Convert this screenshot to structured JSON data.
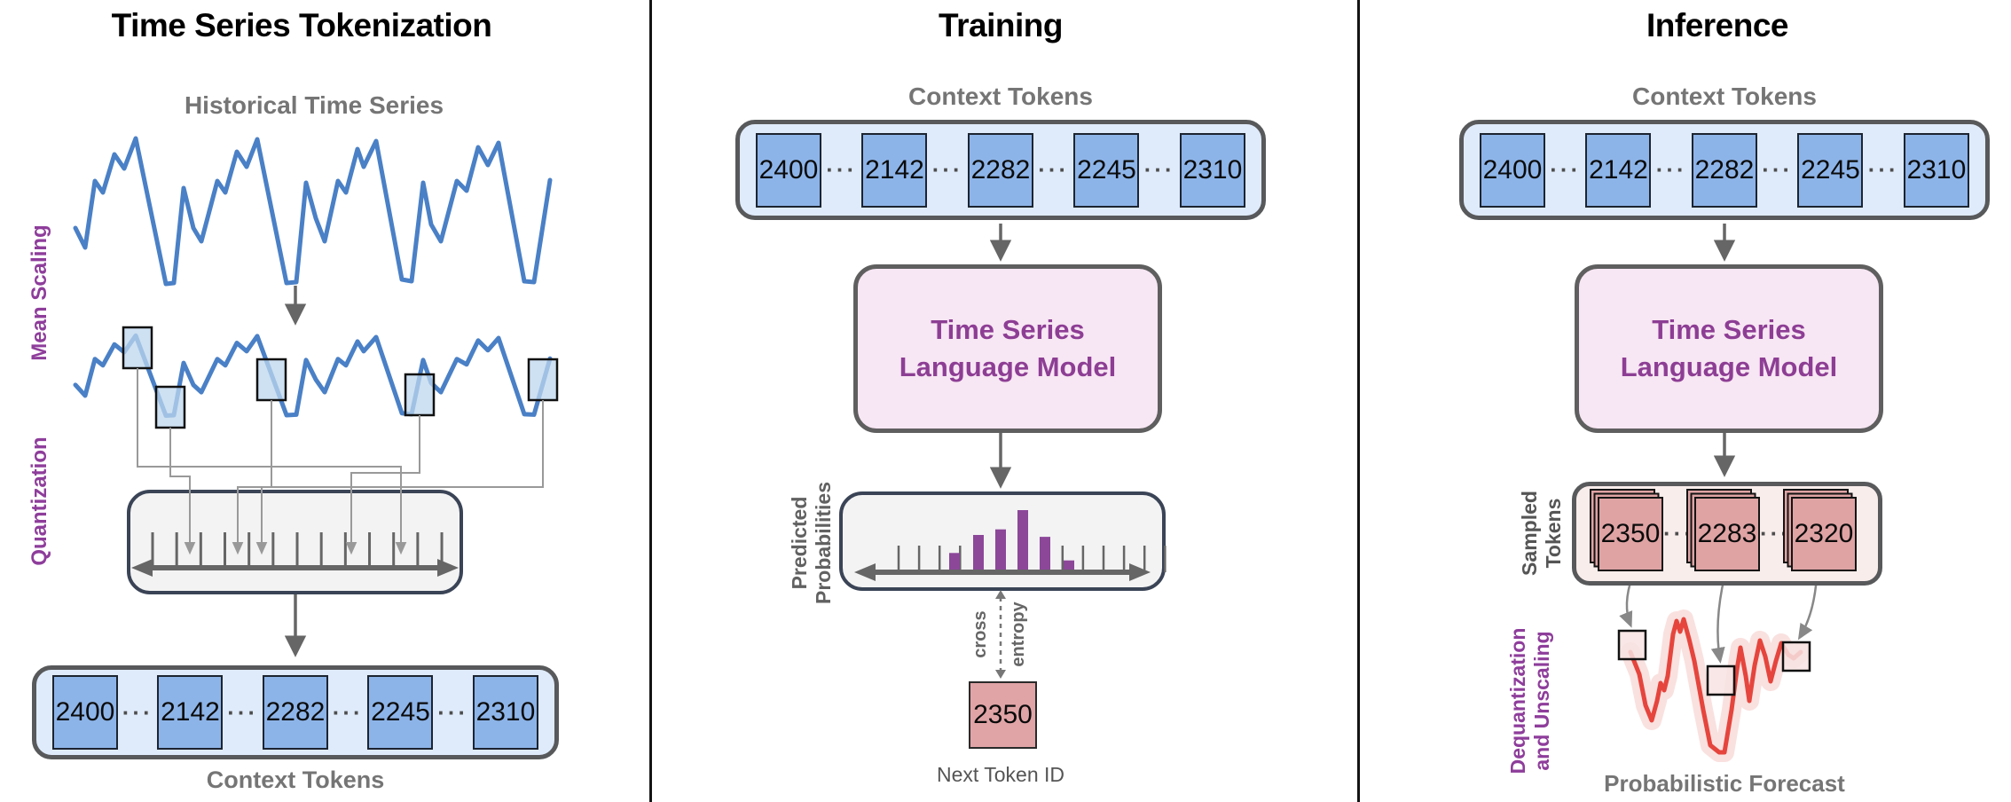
{
  "shared": {
    "ellipsis": "···"
  },
  "colors": {
    "series-blue": "#4A80C6",
    "token-blue": "#8DB4E8",
    "token-container-blue": "#DFEBFB",
    "container-border": "#58595B",
    "purple-label": "#8E3D9B",
    "model-pink": "#F7E6F3",
    "model-purple": "#8D3E94",
    "prob-box-gray": "#F3F3F3",
    "prob-box-border": "#3A4456",
    "hist-purple": "#8C4799",
    "sampled-pink": "#F8EDEB",
    "card-pink": "#DFA3A4",
    "next-pink": "#E0A4A6",
    "forecast-red": "#E5453D",
    "forecast-band": "#F3C4C0",
    "arrow-gray": "#666666"
  },
  "panels": {
    "tokenization": {
      "title": "Time Series Tokenization",
      "series_heading": "Historical Time Series",
      "mean_scaling_label": "Mean Scaling",
      "quantization_label": "Quantization",
      "context_tokens_label": "Context Tokens",
      "tokens": [
        "2400",
        "2142",
        "2282",
        "2245",
        "2310"
      ]
    },
    "training": {
      "title": "Training",
      "context_tokens_label": "Context Tokens",
      "tokens": [
        "2400",
        "2142",
        "2282",
        "2245",
        "2310"
      ],
      "model_line1": "Time Series",
      "model_line2": "Language Model",
      "predicted_line1": "Predicted",
      "predicted_line2": "Probabilities",
      "cross_label": "cross",
      "entropy_label": "entropy",
      "histogram_bars": [
        0.31,
        0.6,
        0.69,
        1.0,
        0.57,
        0.19
      ],
      "next_token_value": "2350",
      "next_token_caption": "Next Token ID"
    },
    "inference": {
      "title": "Inference",
      "context_tokens_label": "Context Tokens",
      "tokens": [
        "2400",
        "2142",
        "2282",
        "2245",
        "2310"
      ],
      "model_line1": "Time Series",
      "model_line2": "Language Model",
      "sampled_line1": "Sampled",
      "sampled_line2": "Tokens",
      "sampled_tokens": [
        "2350",
        "2283",
        "2320"
      ],
      "dequant_line1": "Dequantization",
      "dequant_line2": "and Unscaling",
      "forecast_caption": "Probabilistic Forecast"
    }
  }
}
